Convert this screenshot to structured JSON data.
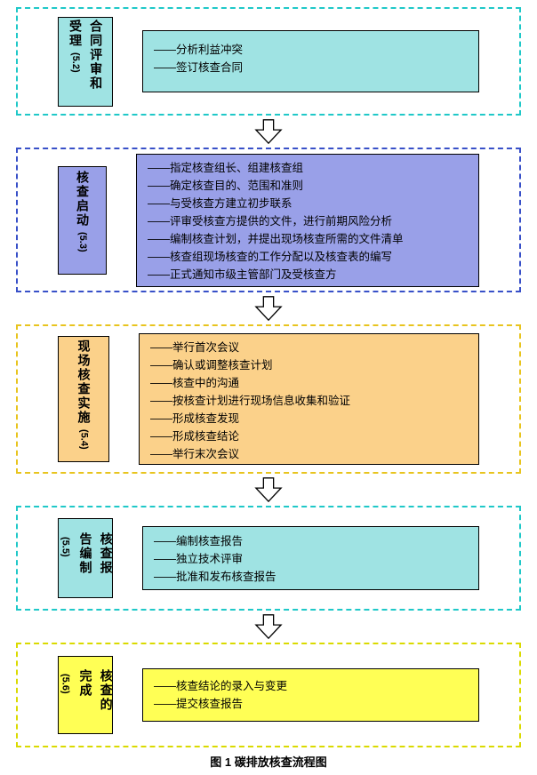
{
  "page": {
    "caption": "图 1  碳排放核查流程图"
  },
  "icons": {
    "flow_arrow": "hollow-down-arrow"
  },
  "stages": [
    {
      "id": "contract-review-acceptance",
      "label": "合同评审和受理",
      "code": "(5.2)",
      "fill": "#9fe3e3",
      "border": "#1fc8c8",
      "items": [
        "——分析利益冲突",
        "——签订核查合同"
      ]
    },
    {
      "id": "verification-initiation",
      "label": "核查启动",
      "code": "(5.3)",
      "fill": "#99a0e8",
      "border": "#3850c8",
      "items": [
        "——指定核查组长、组建核查组",
        "——确定核查目的、范围和准则",
        "——与受核查方建立初步联系",
        "——评审受核查方提供的文件，进行前期风险分析",
        "——编制核查计划，并提出现场核查所需的文件清单",
        "——核查组现场核查的工作分配以及核查表的编写",
        "——正式通知市级主管部门及受核查方"
      ]
    },
    {
      "id": "onsite-verification-implementation",
      "label": "现场核查实施",
      "code": "(5.4)",
      "fill": "#fbd18a",
      "border": "#e8c41e",
      "items": [
        "——举行首次会议",
        "——确认或调整核查计划",
        "——核查中的沟通",
        "——按核查计划进行现场信息收集和验证",
        "——形成核查发现",
        "——形成核查结论",
        "——举行末次会议"
      ]
    },
    {
      "id": "verification-report-preparation",
      "label": "核查报告编制",
      "code": "(5.5)",
      "fill": "#9fe3e3",
      "border": "#1fc8c8",
      "items": [
        "——编制核查报告",
        "——独立技术评审",
        "——批准和发布核查报告"
      ]
    },
    {
      "id": "verification-completion",
      "label": "核查的完成",
      "code": "(5.6)",
      "fill": "#ffff55",
      "border": "#dada00",
      "items": [
        "——核查结论的录入与变更",
        "——提交核查报告"
      ]
    }
  ]
}
